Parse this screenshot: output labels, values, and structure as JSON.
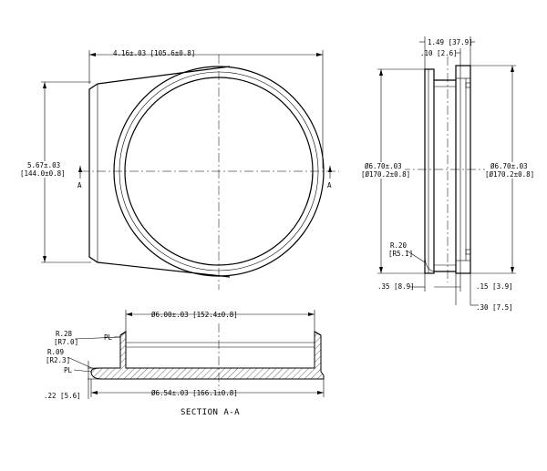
{
  "front_view": {
    "width_dim": "4.16±.03 [105.6±0.8]",
    "height_dim_imperial": "5.67±.03",
    "height_dim_metric": "[144.0±0.8]",
    "section_label_left": "A",
    "section_label_right": "A"
  },
  "side_view": {
    "top_dim_1": "1.49 [37.9]",
    "top_dim_2": ".10 [2.6]",
    "left_dia_imperial": "Ø6.70±.03",
    "left_dia_metric": "[Ø170.2±0.8]",
    "right_dia_imperial": "Ø6.70±.03",
    "right_dia_metric": "[Ø170.2±0.8]",
    "radius_imperial": "R.20",
    "radius_metric": "[R5.1]",
    "bottom_left_dim": ".35 [8.9]",
    "bottom_right_dim_1": ".15 [3.9]",
    "bottom_right_dim_2": ".30 [7.5]"
  },
  "section_view": {
    "top_dia": "Ø6.00±.03 [152.4±0.8]",
    "radius_1_imperial": "R.28",
    "radius_1_metric": "[R7.0]",
    "radius_2_imperial": "R.09",
    "radius_2_metric": "[R2.3]",
    "pl_label_top": "PL",
    "pl_label_bottom": "PL",
    "thickness_dim": ".22 [5.6]",
    "bottom_dia": "Ø6.54±.03 [166.1±0.8]",
    "title": "SECTION A-A"
  }
}
